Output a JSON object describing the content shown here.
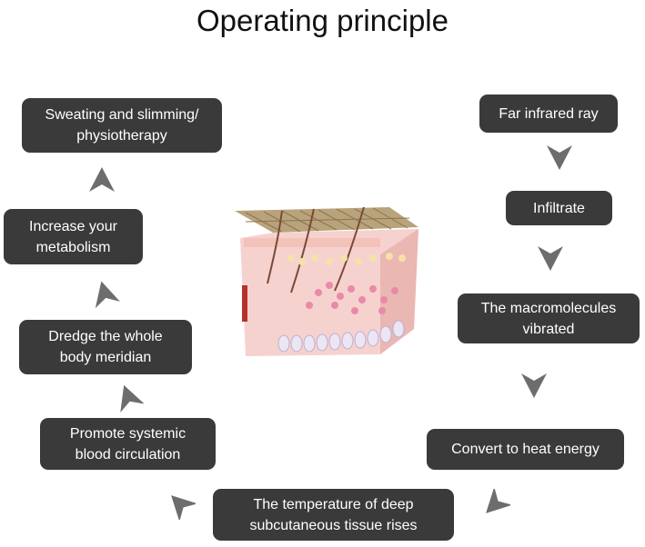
{
  "title": "Operating principle",
  "colors": {
    "box_bg": "#3a3a3a",
    "box_text": "#ffffff",
    "arrow": "#6d6d6d"
  },
  "steps": {
    "far_infrared": "Far infrared ray",
    "infiltrate": "Infiltrate",
    "macromolecules": "The macromolecules\nvibrated",
    "heat_energy": "Convert to heat energy",
    "temperature": "The temperature of deep\nsubcutaneous tissue rises",
    "circulation": "Promote systemic\nblood circulation",
    "meridian": "Dredge the whole\nbody meridian",
    "metabolism": "Increase your\nmetabolism",
    "sweating": "Sweating and slimming/\nphysiotherapy"
  },
  "image": {
    "icon": "skin-cross-section-illustration"
  }
}
